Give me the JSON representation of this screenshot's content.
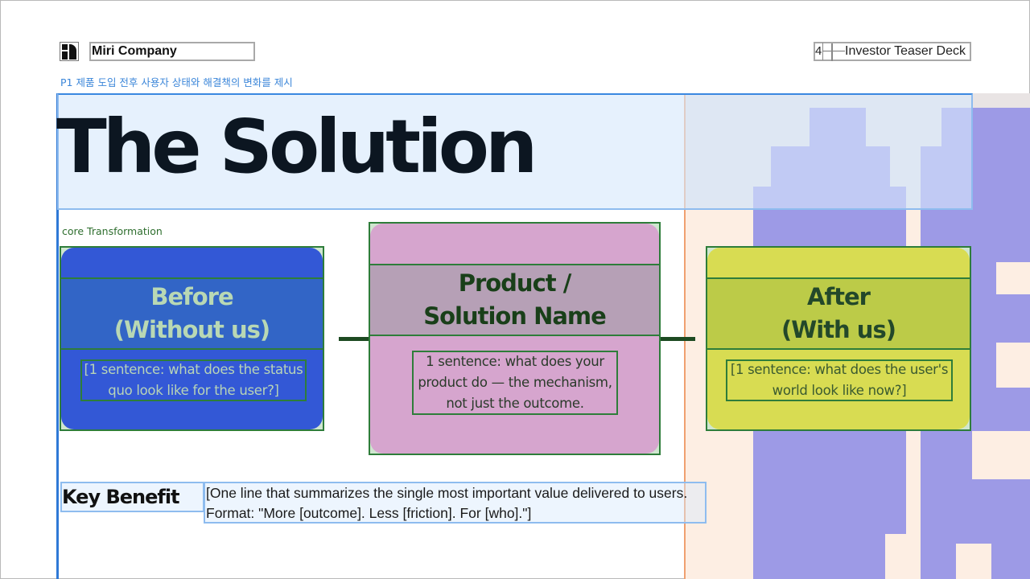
{
  "header": {
    "company_name": "Miri Company",
    "page_number": "4",
    "deck_title": "Investor Teaser Deck",
    "logo_icon": "company-logo-icon"
  },
  "subtitle_kr": "P1 제품 도입 전후 사용자 상태와 해결책의 변화를 제시",
  "title": "The Solution",
  "section_label": "core Transformation",
  "cards": {
    "before": {
      "title_line1": "Before",
      "title_line2": "(Without us)",
      "description": "[1 sentence: what does the status quo look like for the user?]"
    },
    "product": {
      "title_line1": "Product /",
      "title_line2": "Solution Name",
      "description": "1 sentence: what does your product do — the mechanism, not just the outcome."
    },
    "after": {
      "title_line1": "After",
      "title_line2": "(With us)",
      "description": "[1 sentence: what does the user's world look like now?]"
    }
  },
  "key_benefit": {
    "label": "Key Benefit",
    "text": "[One line that summarizes the single most important value delivered to users. Format: \"More [outcome]. Less [friction]. For [who].\"]"
  },
  "colors": {
    "accent_blue": "#2f79d6",
    "before_fill": "#3358d6",
    "product_fill": "#d6a5ce",
    "after_fill": "#d8dc52",
    "art_purple": "#9d9ae6",
    "art_peach": "#fdeee3"
  }
}
